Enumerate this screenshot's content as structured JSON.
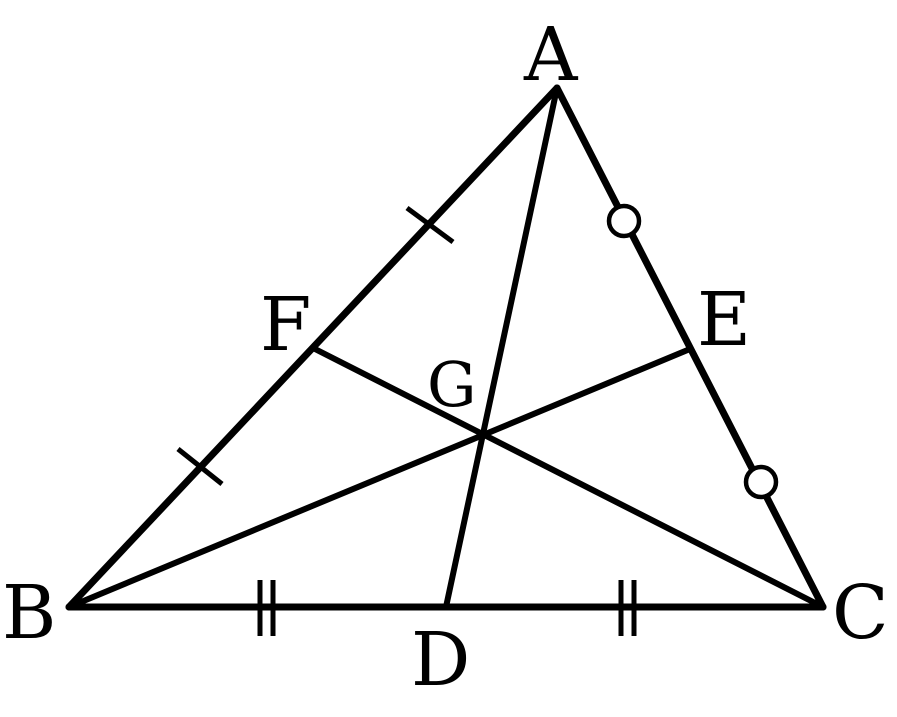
{
  "figure": {
    "vertices": {
      "A": "A",
      "B": "B",
      "C": "C"
    },
    "midpoints": {
      "D": "D",
      "E": "E",
      "F": "F"
    },
    "centroid": "G"
  }
}
